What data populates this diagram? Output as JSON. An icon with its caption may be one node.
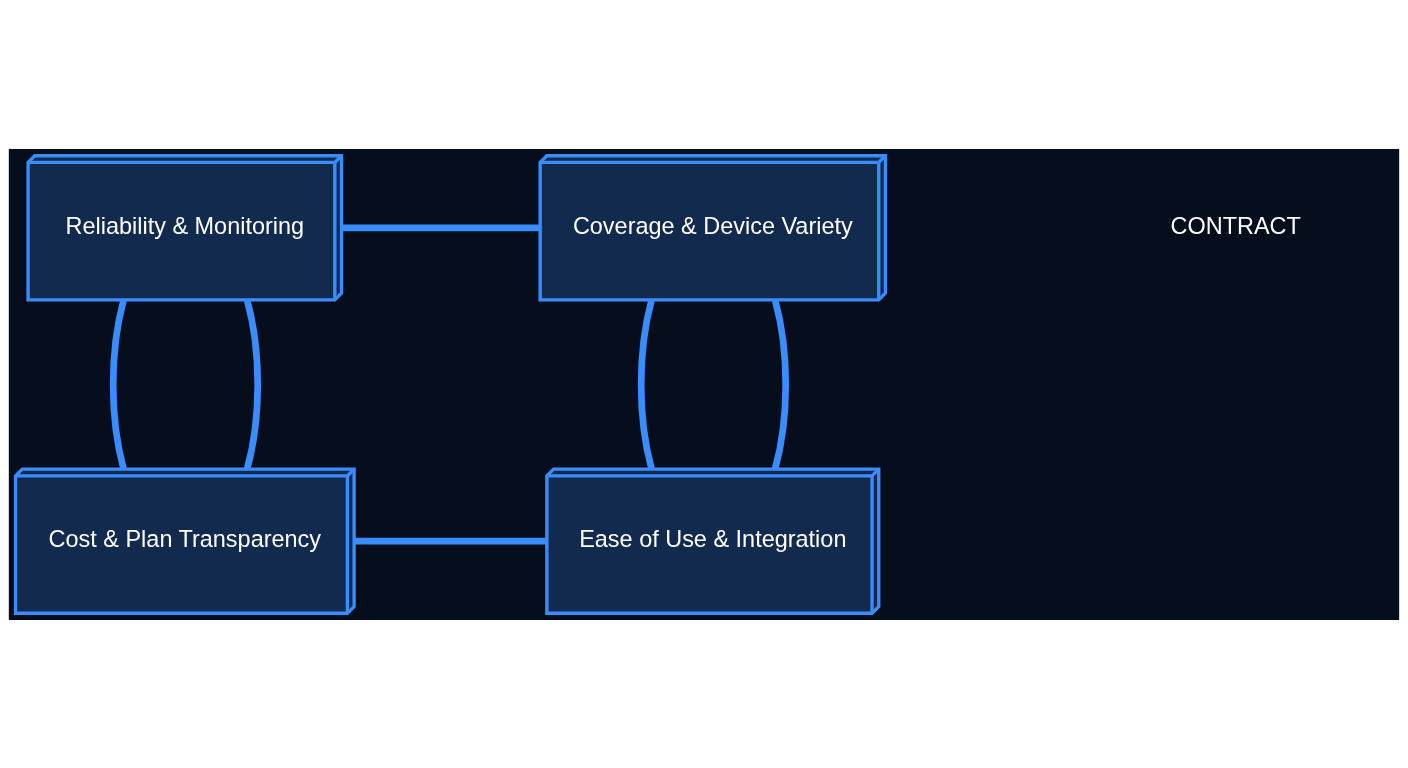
{
  "diagram": {
    "nodes": [
      {
        "text": [
          "Reliability & Monitoring"
        ]
      },
      {
        "text": [
          "Coverage & Device Variety"
        ]
      },
      {
        "text": [
          "Cost & Plan Transparency"
        ]
      },
      {
        "text": [
          "Ease of Use & Integration"
        ]
      }
    ],
    "edges": [
      {
        "from": 0,
        "to": 1,
        "arrow": "none"
      },
      {
        "from": 0,
        "to": 2,
        "arrow": "none"
      },
      {
        "from": 0,
        "to": 2,
        "arrow": "none"
      },
      {
        "from": 1,
        "to": 3,
        "arrow": "none"
      },
      {
        "from": 1,
        "to": 3,
        "arrow": "none"
      },
      {
        "from": 2,
        "to": 3,
        "arrow": "none"
      }
    ],
    "labels": [
      "CONTRACT"
    ]
  }
}
